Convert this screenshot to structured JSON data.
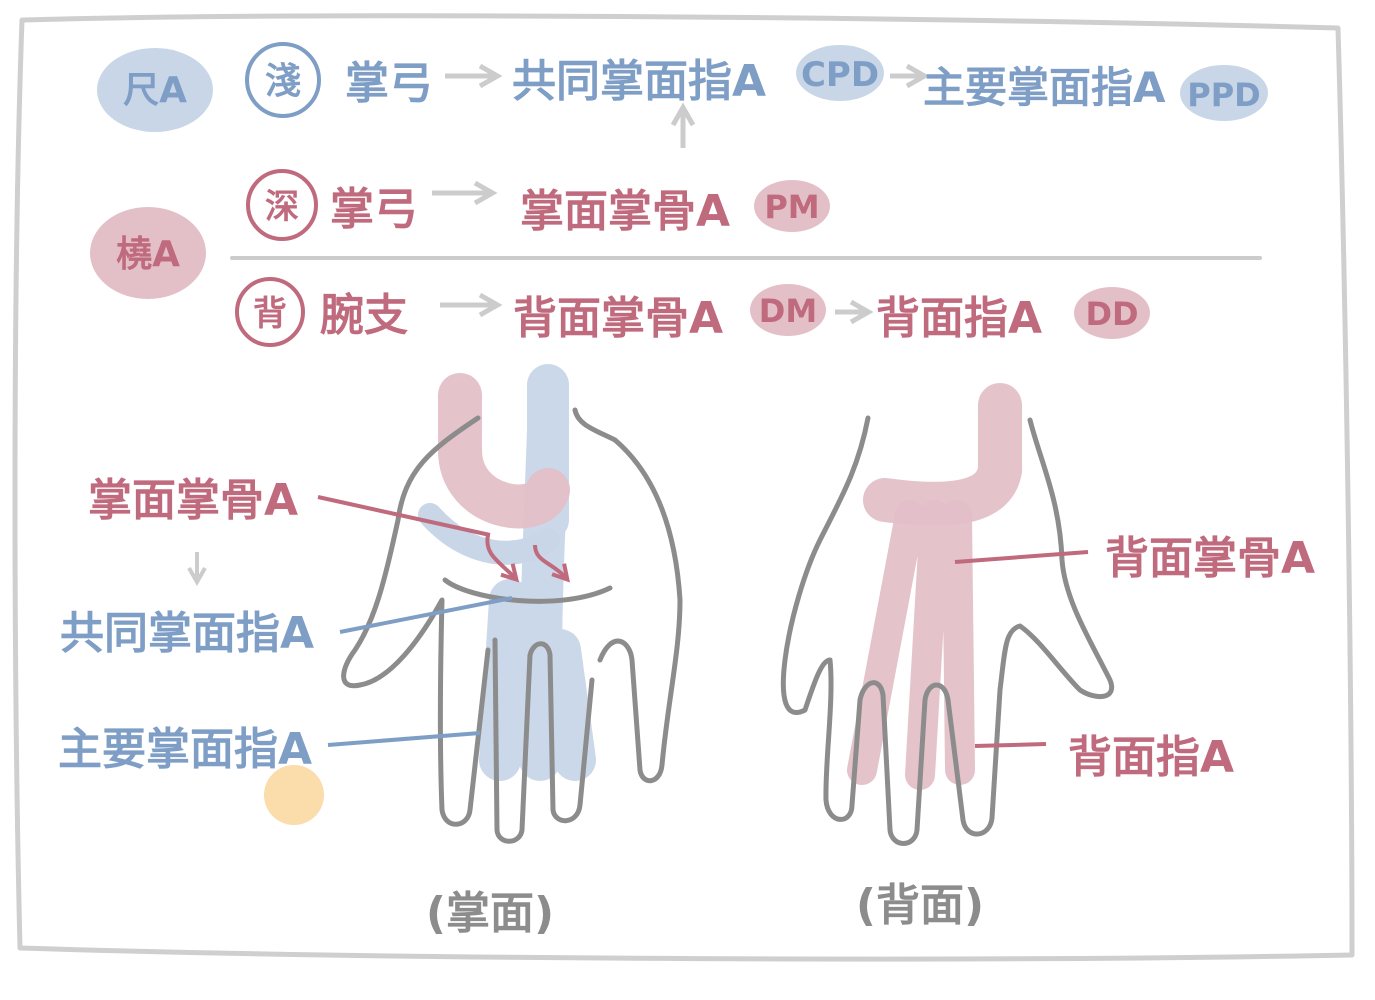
{
  "colors": {
    "blue_text": "#7f9ec6",
    "blue_fill": "#c8d6e8",
    "red_text": "#c06a7e",
    "red_fill": "#e3c0c8",
    "gray_line": "#8c8c8c",
    "light_gray": "#cccccc",
    "frame": "#cfcfcf",
    "orange_dot": "#fbdcab"
  },
  "flow": {
    "ulnar": {
      "badge": "尺A",
      "circle": "淺",
      "start": "掌弓",
      "mid": "共同掌面指A",
      "mid_tag": "CPD",
      "end": "主要掌面指A",
      "end_tag": "PPD"
    },
    "radial": {
      "badge": "橈A",
      "deep": {
        "circle": "深",
        "start": "掌弓",
        "end": "掌面掌骨A",
        "end_tag": "PM"
      },
      "dorsal": {
        "circle": "背",
        "start": "腕支",
        "mid": "背面掌骨A",
        "mid_tag": "DM",
        "end": "背面指A",
        "end_tag": "DD"
      }
    }
  },
  "palm_labels": {
    "palmar_metacarpal": "掌面掌骨A",
    "common_palmar_digital": "共同掌面指A",
    "proper_palmar_digital": "主要掌面指A",
    "caption": "(掌面)"
  },
  "dorsal_labels": {
    "dorsal_metacarpal": "背面掌骨A",
    "dorsal_digital": "背面指A",
    "caption": "(背面)"
  }
}
